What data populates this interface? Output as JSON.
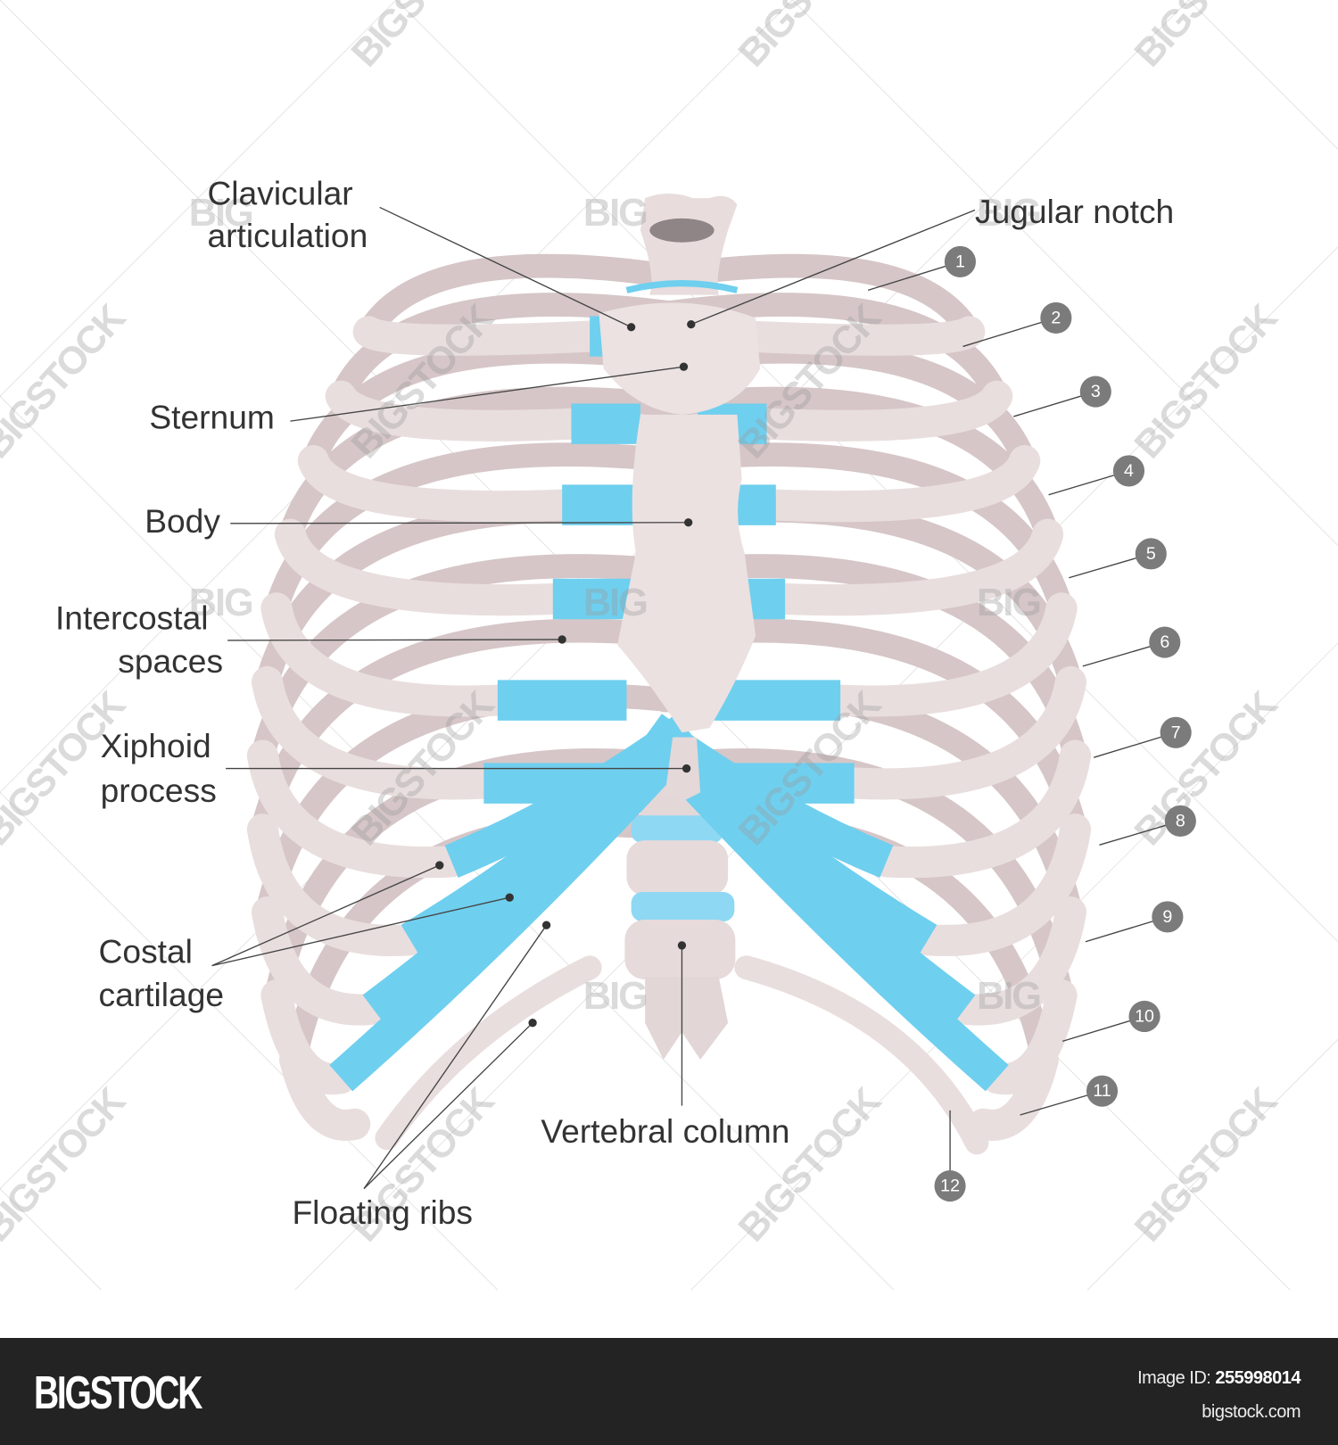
{
  "labels": {
    "clavicular_1": "Clavicular",
    "clavicular_2": "articulation",
    "jugular_notch": "Jugular notch",
    "sternum": "Sternum",
    "body": "Body",
    "intercostal_1": "Intercostal",
    "intercostal_2": "spaces",
    "xiphoid_1": "Xiphoid",
    "xiphoid_2": "process",
    "costal_1": "Costal",
    "costal_2": "cartilage",
    "floating_ribs": "Floating ribs",
    "vertebral_column": "Vertebral column"
  },
  "rib_numbers": [
    "1",
    "2",
    "3",
    "4",
    "5",
    "6",
    "7",
    "8",
    "9",
    "10",
    "11",
    "12"
  ],
  "watermark": {
    "big": "BIG",
    "full": "BIGSTOCK"
  },
  "footer": {
    "logo": "BIGSTOCK",
    "image_id_label": "Image ID:",
    "image_id": "255998014",
    "site": "bigstock.com"
  },
  "colors": {
    "bone": "#e9dede",
    "bone_shadow": "#d6c6c7",
    "cartilage": "#6fcfef",
    "footer_bg": "#232323",
    "number_badge": "#7b7b7b"
  }
}
